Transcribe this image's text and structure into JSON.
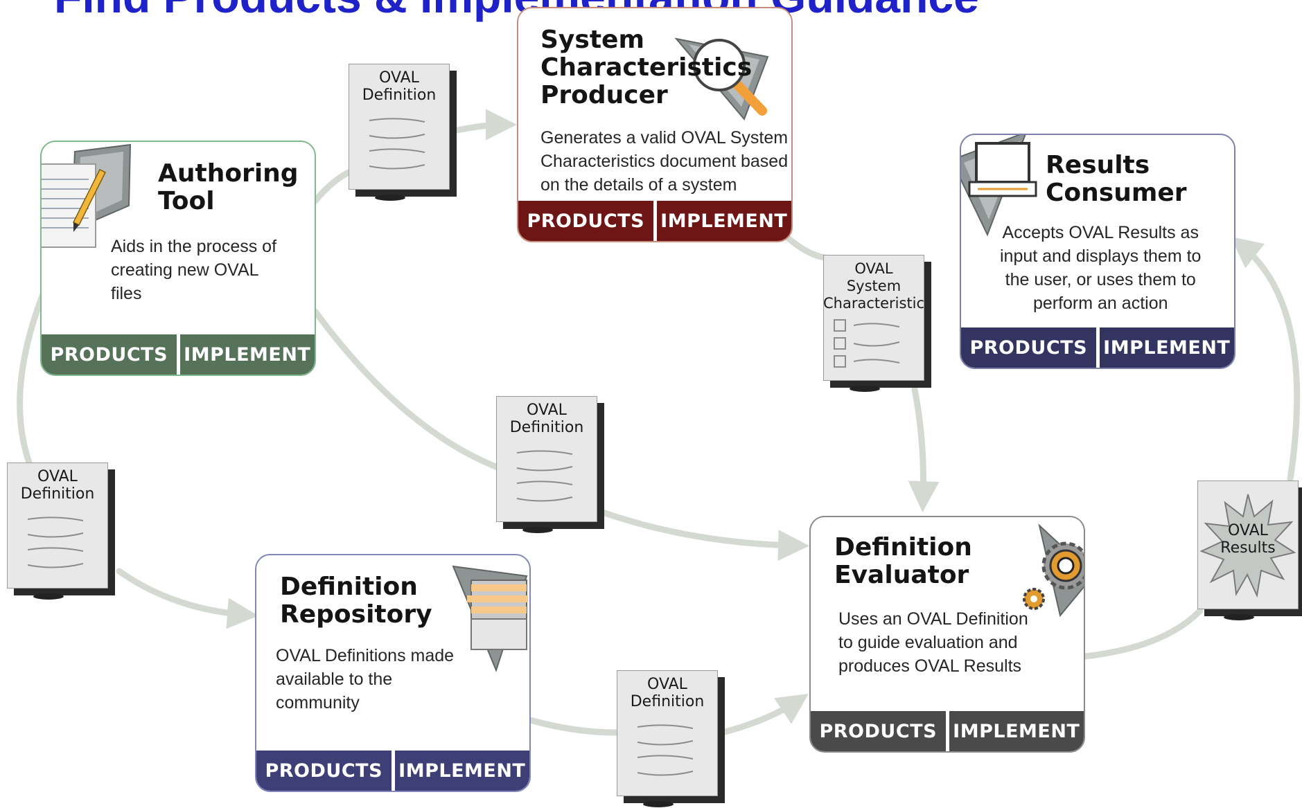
{
  "page_title": "Find Products & Implementation Guidance",
  "footer_labels": {
    "products": "PRODUCTS",
    "implement": "IMPLEMENT"
  },
  "cards": {
    "authoring_tool": {
      "title": [
        "Authoring",
        "Tool"
      ],
      "desc": [
        "Aids in the process of",
        "creating new OVAL",
        "files"
      ],
      "footer_color": "#56735a",
      "icon": "document-pencil-icon"
    },
    "sc_producer": {
      "title": [
        "System",
        "Characteristics",
        "Producer"
      ],
      "desc": [
        "Generates a valid OVAL System",
        "Characteristics document based",
        "on the details of a system"
      ],
      "footer_color": "#6e1515",
      "icon": "magnifier-icon"
    },
    "results_consumer": {
      "title": [
        "Results",
        "Consumer"
      ],
      "desc": [
        "Accepts OVAL Results as",
        "input and displays them to",
        "the user, or uses them to",
        "perform an action"
      ],
      "footer_color": "#33345f",
      "icon": "laptop-icon"
    },
    "definition_repository": {
      "title": [
        "Definition",
        "Repository"
      ],
      "desc": [
        "OVAL Definitions made",
        "available to the",
        "community"
      ],
      "footer_color": "#3f3f78",
      "icon": "file-folder-icon"
    },
    "definition_evaluator": {
      "title": [
        "Definition",
        "Evaluator"
      ],
      "desc": [
        "Uses an OVAL Definition",
        "to guide evaluation and",
        "produces OVAL Results"
      ],
      "footer_color": "#4a4a4a",
      "icon": "gears-icon"
    }
  },
  "documents": {
    "def_top": [
      "OVAL",
      "Definition"
    ],
    "def_left": [
      "OVAL",
      "Definition"
    ],
    "def_center": [
      "OVAL",
      "Definition"
    ],
    "def_bottom": [
      "OVAL",
      "Definition"
    ],
    "sys_char": [
      "OVAL",
      "System",
      "Characteristic"
    ],
    "results": [
      "OVAL",
      "Results"
    ]
  },
  "colors": {
    "title": "#1f22c9",
    "connector": "#d4dad2",
    "card_border": "#9aa3c4"
  }
}
